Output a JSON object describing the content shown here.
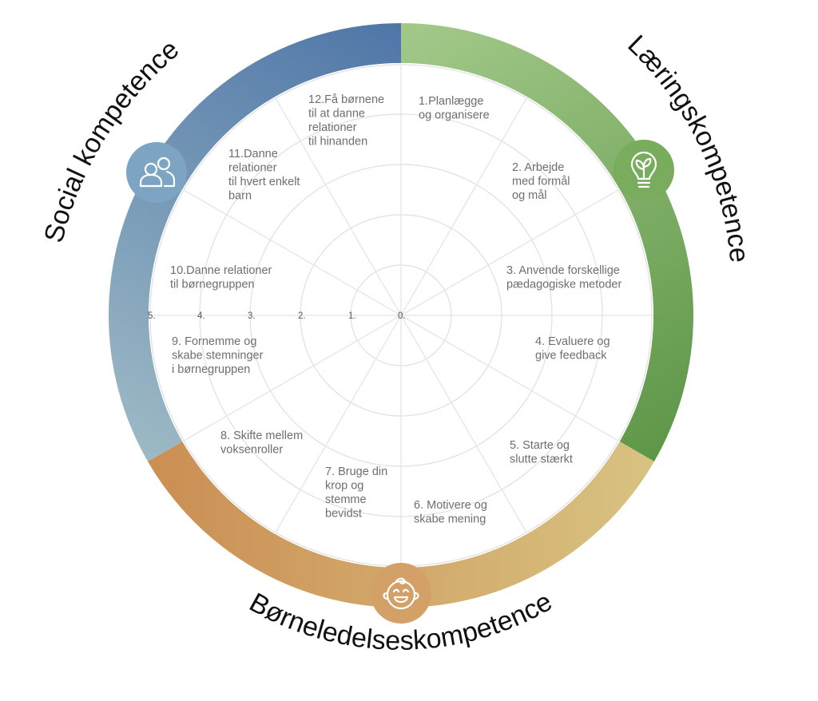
{
  "competences": {
    "learning": {
      "title": "Læringskompetence",
      "icon": "plant-bulb-icon",
      "color_start": "#a3c98a",
      "color_end": "#5e9647"
    },
    "child_leadership": {
      "title": "Børneledelseskompetence",
      "icon": "child-face-icon",
      "color_start": "#cb8d52",
      "color_end": "#d8c382"
    },
    "social": {
      "title": "Social kompetence",
      "icon": "people-icon",
      "color_start": "#9dbac5",
      "color_end": "#4f76a8"
    }
  },
  "scale_labels": [
    "0.",
    "1.",
    "2.",
    "3.",
    "4.",
    "5."
  ],
  "segments": [
    {
      "label": [
        "1.Planlægge",
        "og organisere"
      ]
    },
    {
      "label": [
        "2. Arbejde",
        "med formål",
        "og mål"
      ]
    },
    {
      "label": [
        "3. Anvende forskellige",
        "pædagogiske metoder"
      ]
    },
    {
      "label": [
        "4. Evaluere og",
        "give feedback"
      ]
    },
    {
      "label": [
        "5. Starte og",
        "slutte stærkt"
      ]
    },
    {
      "label": [
        "6. Motivere og",
        "skabe mening"
      ]
    },
    {
      "label": [
        "7. Bruge din",
        "krop og",
        "stemme",
        "bevidst"
      ]
    },
    {
      "label": [
        "8. Skifte mellem",
        "voksenroller"
      ]
    },
    {
      "label": [
        "9. Fornemme og",
        "skabe stemninger",
        "i børnegruppen"
      ]
    },
    {
      "label": [
        "10.Danne relationer",
        "til børnegruppen"
      ]
    },
    {
      "label": [
        "11.Danne",
        "relationer",
        "til hvert enkelt",
        "barn"
      ]
    },
    {
      "label": [
        "12.Få børnene",
        "til at danne",
        "relationer",
        "til hinanden"
      ]
    }
  ]
}
